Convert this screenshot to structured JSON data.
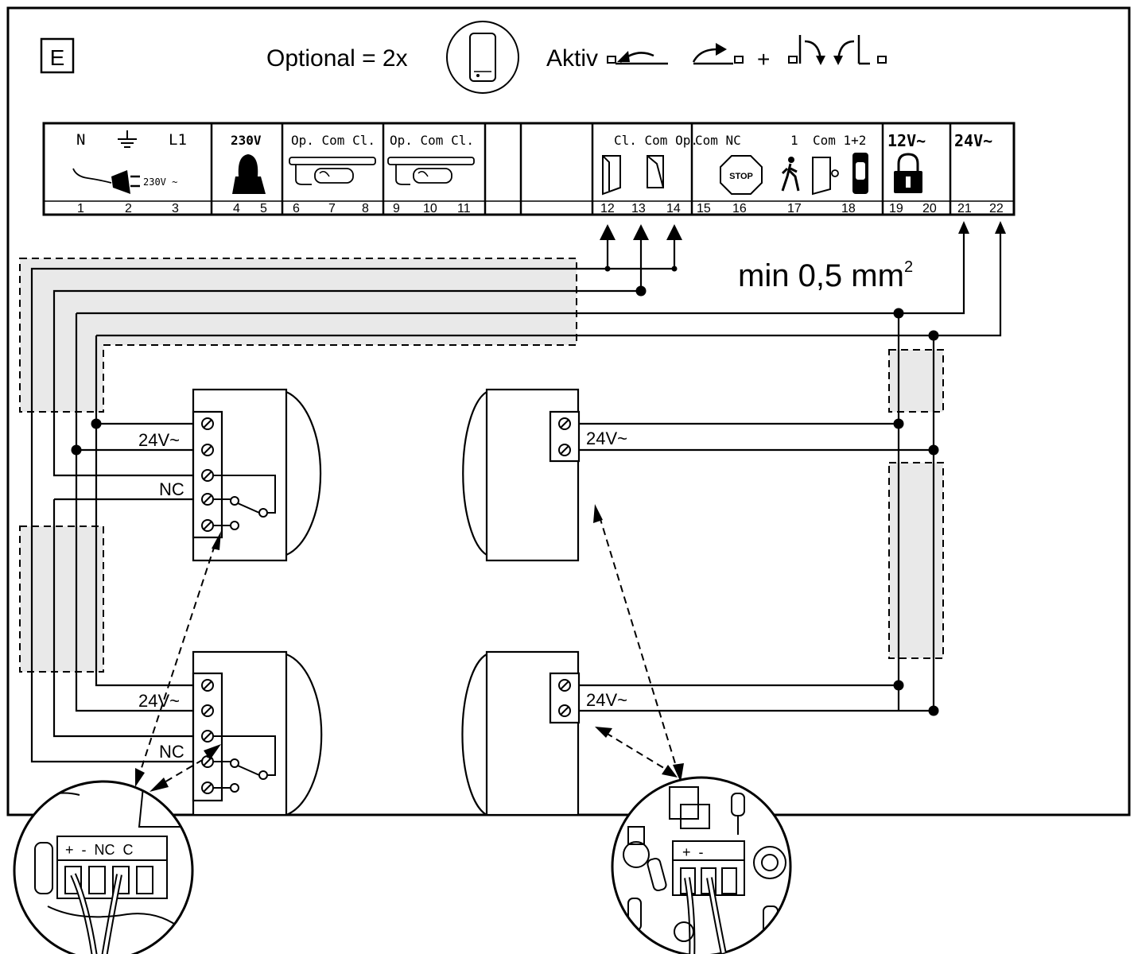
{
  "header": {
    "panel_letter": "E",
    "optional_text": "Optional = 2x",
    "aktiv_text": "Aktiv",
    "plus_text": "+"
  },
  "terminal_block": {
    "groups": [
      {
        "labels": [
          "N",
          "L1"
        ],
        "sub": "230V ~",
        "numbers": [
          "1",
          "2",
          "3"
        ]
      },
      {
        "labels": [
          "230V"
        ],
        "numbers": [
          "4",
          "5"
        ]
      },
      {
        "labels": [
          "Op. Com Cl."
        ],
        "numbers": [
          "6",
          "7",
          "8"
        ]
      },
      {
        "labels": [
          "Op. Com Cl."
        ],
        "numbers": [
          "9",
          "10",
          "11"
        ]
      },
      {
        "labels": [
          "Cl. Com Op."
        ],
        "numbers": [
          "12",
          "13",
          "14"
        ]
      },
      {
        "labels": [
          "Com NC",
          "1",
          "Com 1+2"
        ],
        "stop": "STOP",
        "numbers": [
          "15",
          "16",
          "17",
          "18"
        ]
      },
      {
        "labels": [
          "12V~"
        ],
        "numbers": [
          "19",
          "20"
        ]
      },
      {
        "labels": [
          "24V~"
        ],
        "numbers": [
          "21",
          "22"
        ]
      }
    ]
  },
  "cable_note": {
    "text": "min 0,5 mm",
    "superscript": "2"
  },
  "devices": {
    "receiver_top_label_power": "24V~",
    "receiver_top_label_nc": "NC",
    "receiver_bottom_label_power": "24V~",
    "receiver_bottom_label_nc": "NC",
    "transmitter_top_label": "24V~",
    "transmitter_bottom_label": "24V~"
  },
  "detail_left": {
    "terminal_label": "+  -  NC  C"
  },
  "detail_right": {
    "terminal_label": "+  -"
  },
  "colors": {
    "line": "#000000",
    "cable_fill": "#e9e9e9",
    "background": "#ffffff"
  }
}
